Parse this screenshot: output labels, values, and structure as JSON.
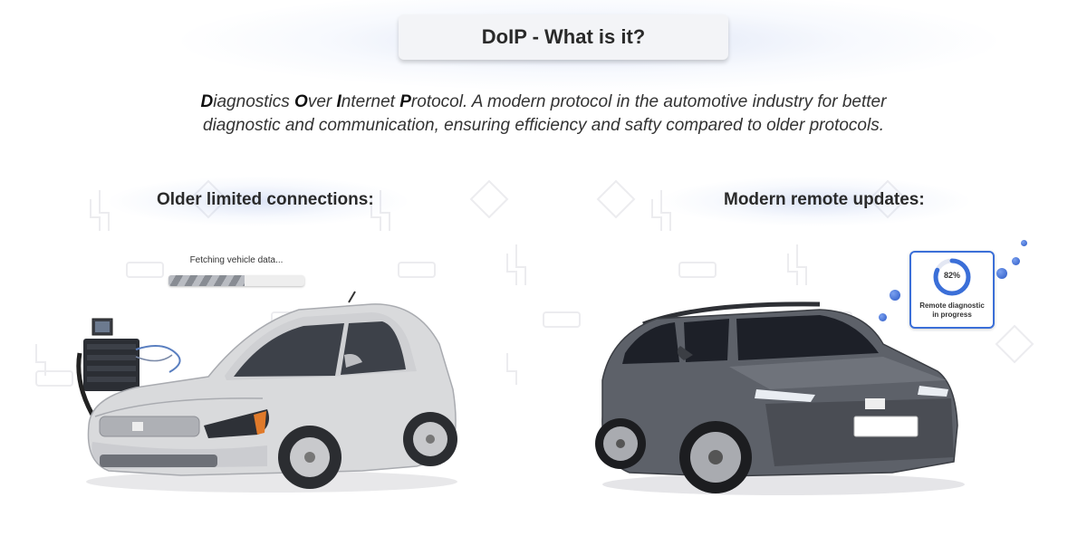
{
  "header": {
    "title": "DoIP - What is it?"
  },
  "description": {
    "line1": [
      {
        "text": "D",
        "bold": true
      },
      {
        "text": "iagnostics ",
        "bold": false
      },
      {
        "text": "O",
        "bold": true
      },
      {
        "text": "ver ",
        "bold": false
      },
      {
        "text": "I",
        "bold": true
      },
      {
        "text": "nternet ",
        "bold": false
      },
      {
        "text": "P",
        "bold": true
      },
      {
        "text": "rotocol. A modern protocol in the automotive industry for better",
        "bold": false
      }
    ],
    "line2": "diagnostic and communication, ensuring efficiency and safty compared to older protocols."
  },
  "left_panel": {
    "label": "Older limited connections:",
    "progress_label": "Fetching vehicle data...",
    "progress_fraction": 0.56
  },
  "right_panel": {
    "label": "Modern remote updates:",
    "remote_percent_text": "82%",
    "remote_percent": 82,
    "remote_status_line1": "Remote diagnostic",
    "remote_status_line2": "in progress"
  },
  "colors": {
    "accent_blue": "#3b6fd8",
    "silver_car": "#d9dadc",
    "grey_car": "#5d6169"
  }
}
